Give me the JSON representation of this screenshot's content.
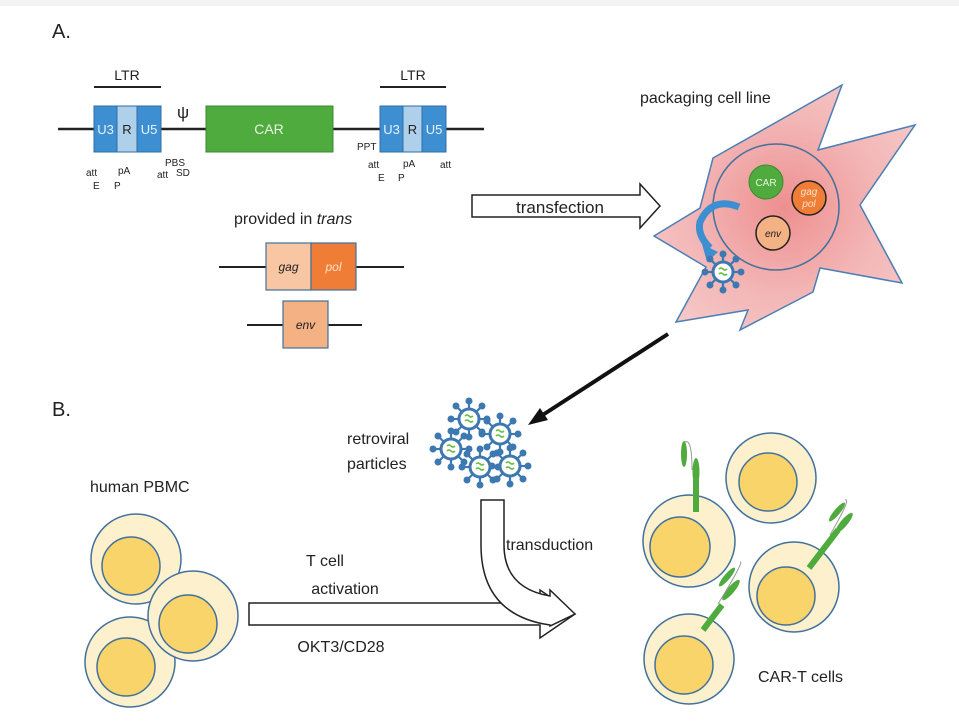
{
  "panels": {
    "a_label": "A.",
    "b_label": "B."
  },
  "construct": {
    "ltr_label": "LTR",
    "u3": "U3",
    "r": "R",
    "u5": "U5",
    "psi": "ψ",
    "car": "CAR",
    "pbs": "PBS",
    "sd": "SD",
    "ppt": "PPT",
    "att": "att",
    "pa": "pA",
    "e": "E",
    "p": "P"
  },
  "trans": {
    "title_prefix": "provided in ",
    "title_italic": "trans",
    "gag": "gag",
    "pol": "pol",
    "env": "env"
  },
  "arrows": {
    "transfection": "transfection",
    "transduction": "transduction",
    "activation_line1": "T cell",
    "activation_line2": "activation",
    "activation_agent": "OKT3/CD28"
  },
  "packaging": {
    "title": "packaging cell line",
    "car": "CAR",
    "gag": "gag",
    "pol": "pol",
    "env": "env"
  },
  "particles": {
    "line1": "retroviral",
    "line2": "particles"
  },
  "cells": {
    "pbmc_label": "human PBMC",
    "cart_label": "CAR-T cells"
  },
  "colors": {
    "ltr_blue": "#3d8fd1",
    "r_light_blue": "#aed0ea",
    "car_green": "#4fab3e",
    "gag_peach": "#f8c6a2",
    "pol_orange": "#ef7d35",
    "env_peach": "#f4b183",
    "cell_pink": "#f2b0b0",
    "cytoplasm": "#fdf0cd",
    "nucleus": "#f9d46a",
    "outline_blue": "#41719c"
  }
}
